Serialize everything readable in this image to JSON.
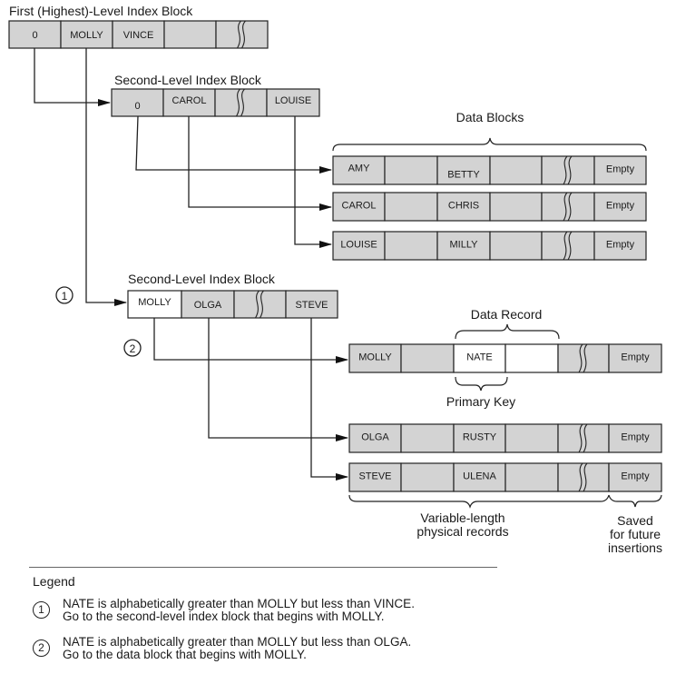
{
  "labels": {
    "first_level": "First (Highest)-Level Index Block",
    "second_level_1": "Second-Level Index Block",
    "second_level_2": "Second-Level Index Block",
    "data_blocks": "Data Blocks",
    "data_record": "Data Record",
    "primary_key": "Primary Key",
    "variable_length_1": "Variable-length",
    "variable_length_2": "physical records",
    "saved_1": "Saved",
    "saved_2": "for future",
    "saved_3": "insertions"
  },
  "first_level_block": [
    "0",
    "MOLLY",
    "VINCE",
    "",
    "~"
  ],
  "second_level_block_1": [
    "0",
    "CAROL",
    "~",
    "LOUISE"
  ],
  "second_level_block_2": [
    "MOLLY",
    "OLGA",
    "~",
    "STEVE"
  ],
  "data_blocks_upper": [
    [
      "AMY",
      "",
      "BETTY",
      "",
      "~",
      "Empty"
    ],
    [
      "CAROL",
      "",
      "CHRIS",
      "",
      "~",
      "Empty"
    ],
    [
      "LOUISE",
      "",
      "MILLY",
      "",
      "~",
      "Empty"
    ]
  ],
  "data_blocks_lower": [
    [
      "MOLLY",
      "",
      "NATE",
      "",
      "~",
      "Empty"
    ],
    [
      "OLGA",
      "",
      "RUSTY",
      "",
      "~",
      "Empty"
    ],
    [
      "STEVE",
      "",
      "ULENA",
      "",
      "~",
      "Empty"
    ]
  ],
  "markers": {
    "step1": "1",
    "step2": "2"
  },
  "legend": {
    "title": "Legend",
    "items": [
      {
        "num": "1",
        "line1": "NATE is alphabetically greater than MOLLY but less than VINCE.",
        "line2": "Go to the second-level index block that begins with MOLLY."
      },
      {
        "num": "2",
        "line1": "NATE is alphabetically greater than MOLLY but less than OLGA.",
        "line2": "Go to the data block that begins with MOLLY."
      }
    ]
  },
  "colors": {
    "cell_fill": "#d3d3d3",
    "highlight_fill": "#ffffff",
    "stroke": "#333333"
  }
}
